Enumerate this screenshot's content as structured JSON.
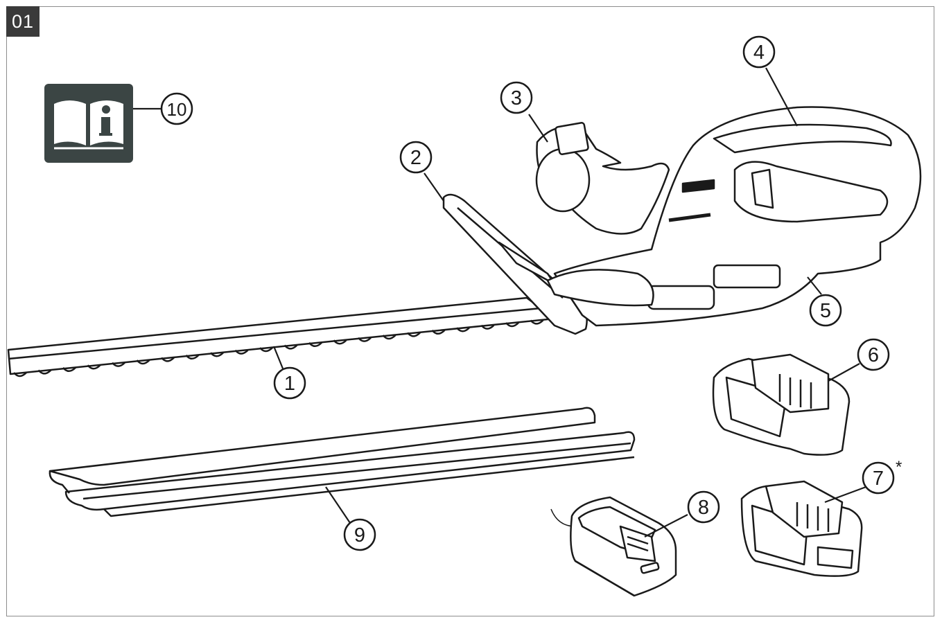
{
  "figure": {
    "number": "01"
  },
  "manual_icon": {
    "name": "manual-info-icon",
    "glyph": "i"
  },
  "callouts": [
    {
      "id": "1",
      "label": "1",
      "part": "blade"
    },
    {
      "id": "2",
      "label": "2",
      "part": "front-handle"
    },
    {
      "id": "3",
      "label": "3",
      "part": "switch"
    },
    {
      "id": "4",
      "label": "4",
      "part": "rear-handle"
    },
    {
      "id": "5",
      "label": "5",
      "part": "battery-slot"
    },
    {
      "id": "6",
      "label": "6",
      "part": "battery"
    },
    {
      "id": "7",
      "label": "7",
      "part": "battery-large"
    },
    {
      "id": "8",
      "label": "8",
      "part": "charger"
    },
    {
      "id": "9",
      "label": "9",
      "part": "blade-cover"
    },
    {
      "id": "10",
      "label": "10",
      "part": "manual"
    }
  ],
  "footnote_mark": "*",
  "colors": {
    "line": "#1a1a1a",
    "icon_bg": "#3b4544",
    "label_bg": "#3a3a3a"
  }
}
